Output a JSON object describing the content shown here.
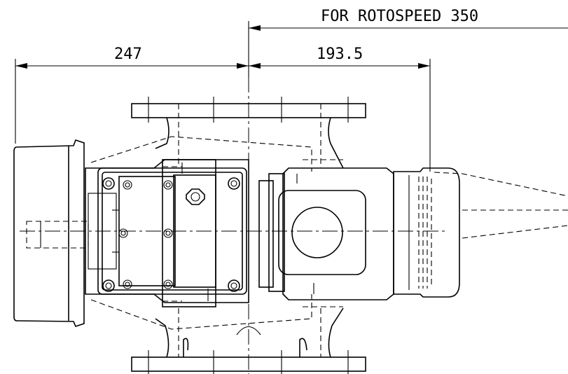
{
  "drawing": {
    "dimension_total_label": "FOR ROTOSPEED 350",
    "dimension_left_value": "247",
    "dimension_right_value": "193.5"
  }
}
